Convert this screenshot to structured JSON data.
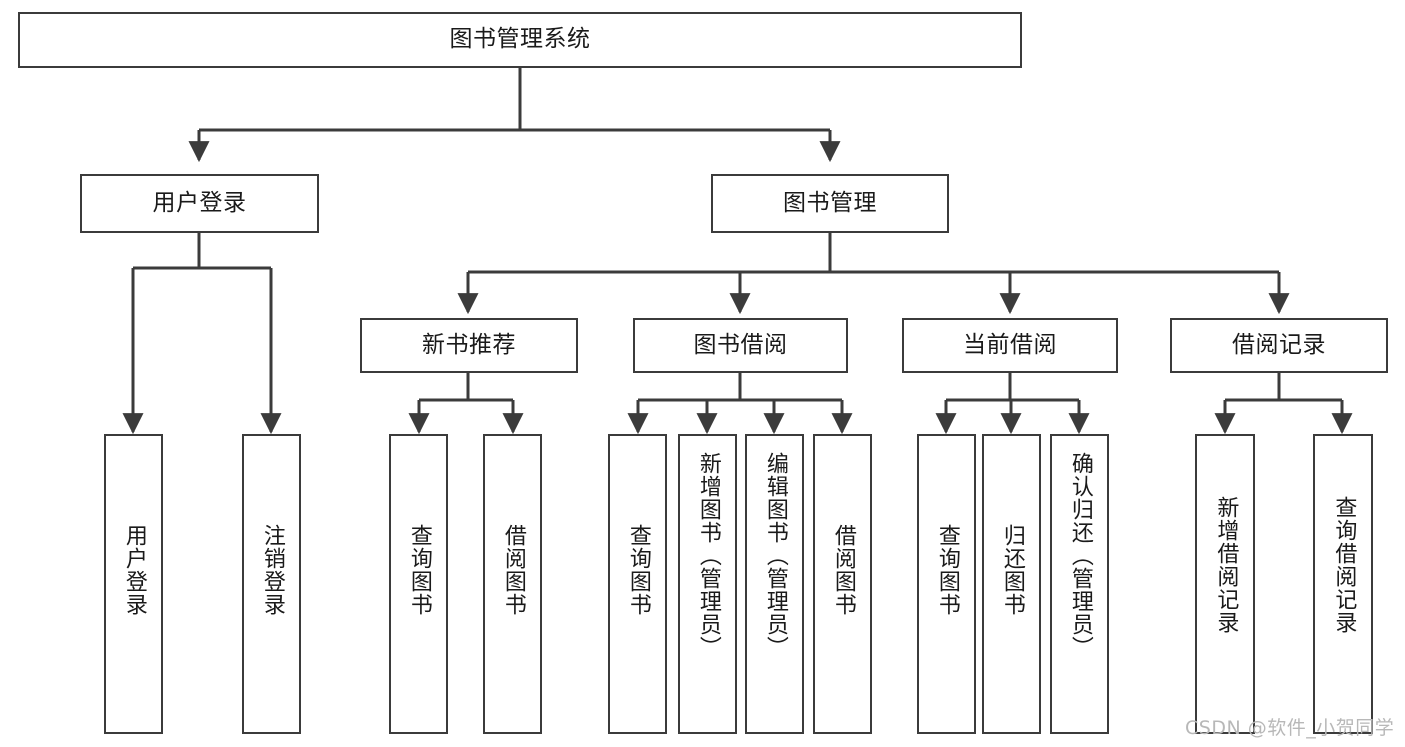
{
  "diagram": {
    "title_box": {
      "label": "图书管理系统"
    },
    "level1": [
      {
        "id": "user-login",
        "label": "用户登录"
      },
      {
        "id": "book-management",
        "label": "图书管理"
      }
    ],
    "level2": [
      {
        "id": "new-book-recommend",
        "label": "新书推荐"
      },
      {
        "id": "book-borrow",
        "label": "图书借阅"
      },
      {
        "id": "current-borrow",
        "label": "当前借阅"
      },
      {
        "id": "borrow-record",
        "label": "借阅记录"
      }
    ],
    "leaves": {
      "user_login": [
        {
          "id": "leaf-user-login",
          "label": "用户登录"
        },
        {
          "id": "leaf-logout-login",
          "label": "注销登录"
        }
      ],
      "new_book_recommend": [
        {
          "id": "leaf-query-book-1",
          "label": "查询图书"
        },
        {
          "id": "leaf-borrow-book-1",
          "label": "借阅图书"
        }
      ],
      "book_borrow": [
        {
          "id": "leaf-query-book-2",
          "label": "查询图书"
        },
        {
          "id": "leaf-add-book-admin",
          "label": "新增图书（管理员）"
        },
        {
          "id": "leaf-edit-book-admin",
          "label": "编辑图书（管理员）"
        },
        {
          "id": "leaf-borrow-book-2",
          "label": "借阅图书"
        }
      ],
      "current_borrow": [
        {
          "id": "leaf-query-book-3",
          "label": "查询图书"
        },
        {
          "id": "leaf-return-book",
          "label": "归还图书"
        },
        {
          "id": "leaf-confirm-return-admin",
          "label": "确认归还（管理员）"
        }
      ],
      "borrow_record": [
        {
          "id": "leaf-add-borrow-record",
          "label": "新增借阅记录"
        },
        {
          "id": "leaf-query-borrow-record",
          "label": "查询借阅记录"
        }
      ]
    }
  },
  "watermark": {
    "text": "CSDN @软件_小贺同学"
  },
  "colors": {
    "stroke": "#3b3b3b",
    "box_fill": "#ffffff",
    "text": "#1a1a1a",
    "watermark": "#b8b8b8"
  }
}
